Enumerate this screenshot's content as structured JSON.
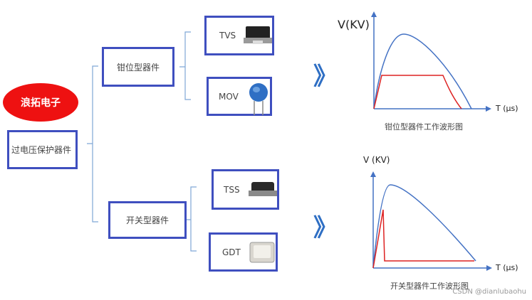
{
  "brand": {
    "name": "浪拓电子",
    "color": "#ee1111"
  },
  "root": {
    "label": "过电压保护器件"
  },
  "groups": [
    {
      "label": "钳位型器件",
      "devices": [
        {
          "label": "TVS"
        },
        {
          "label": "MOV"
        }
      ]
    },
    {
      "label": "开关型器件",
      "devices": [
        {
          "label": "TSS"
        },
        {
          "label": "GDT"
        }
      ]
    }
  ],
  "arrow_glyph": "》",
  "charts": {
    "clamp": {
      "ylabel": "V(KV)",
      "xlabel": "T (μs)",
      "caption": "钳位型器件工作波形图"
    },
    "switch": {
      "ylabel": "V (KV)",
      "xlabel": "T (μs)",
      "caption": "开关型器件工作波形图"
    }
  },
  "watermark": "CSDN @dianlubaohu",
  "colors": {
    "box_border": "#3f4fbf",
    "line": "#4472c4",
    "surge": "#4472c4",
    "protected": "#dd2222",
    "bracket": "#7fa6d6"
  }
}
